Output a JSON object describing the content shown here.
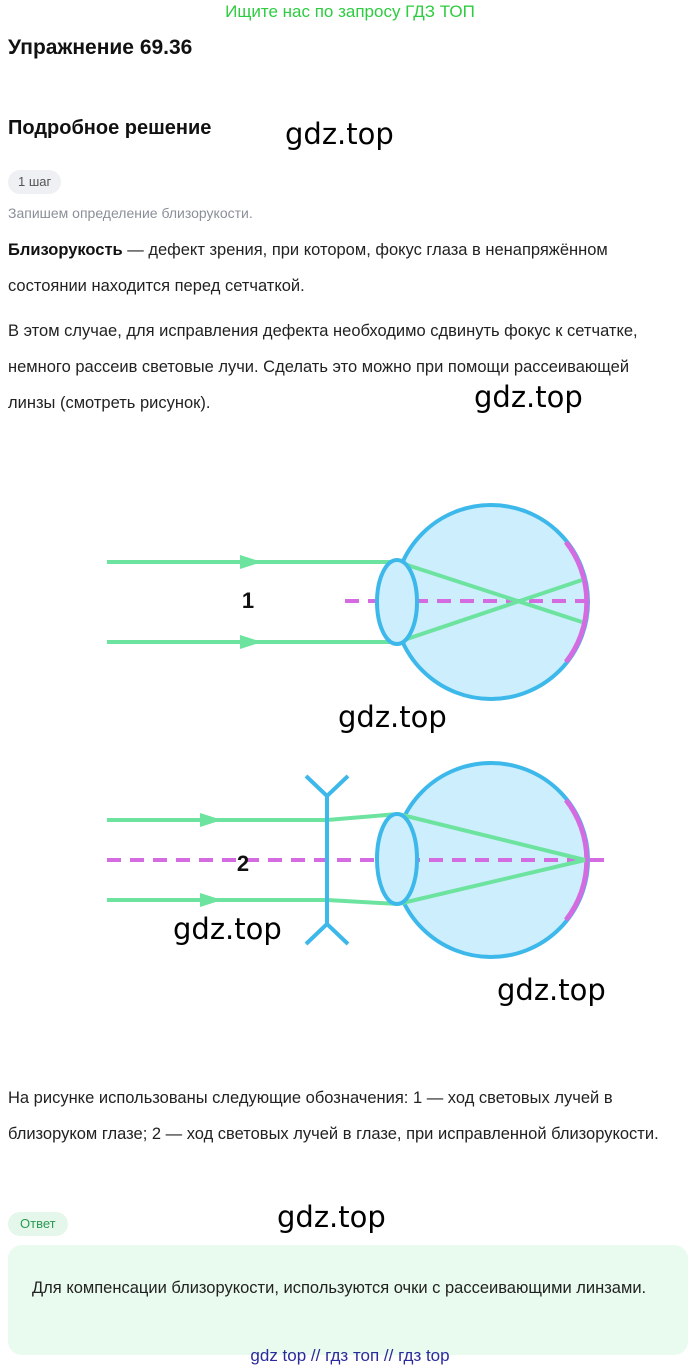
{
  "banner": "Ищите нас по запросу ГДЗ ТОП",
  "exercise_title": "Упражнение 69.36",
  "solution_title": "Подробное решение",
  "watermark": "gdz.top",
  "step_badge": "1 шаг",
  "step_note": "Запишем определение близорукости.",
  "para1": {
    "term": "Близорукость",
    "rest": " — дефект зрения, при котором, фокус глаза в ненапряжённом состоянии находится перед сетчаткой."
  },
  "para2": "В этом случае, для исправления дефекта необходимо сдвинуть фокус к сетчатке, немного рассеив световые лучи. Сделать это можно при помощи рассеивающей линзы (смотреть рисунок).",
  "figure": {
    "label1": "1",
    "label2": "2",
    "colors": {
      "ray": "#6de3a0",
      "eye": "#3db8ea",
      "eye_fill": "#cdeefc",
      "axis": "#d56be0",
      "retina": "#d56be0"
    }
  },
  "para3": "На рисунке использованы следующие обозначения: 1 — ход световых лучей в близоруком глазе; 2 — ход световых лучей в глазе, при исправленной близорукости.",
  "answer_badge": "Ответ",
  "answer_text": "Для компенсации близорукости, используются очки с рассеивающими линзами.",
  "footer": "gdz top  //  гдз топ  //  гдз top"
}
